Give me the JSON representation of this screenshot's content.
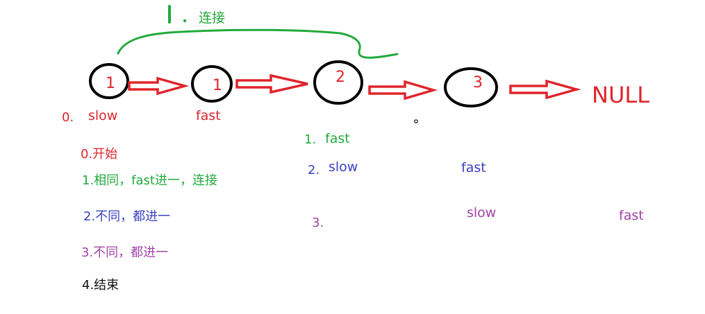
{
  "nodes": [
    {
      "value": "1"
    },
    {
      "value": "1"
    },
    {
      "value": "2"
    },
    {
      "value": "3"
    }
  ],
  "null_label": "NULL",
  "connect_label": "连接",
  "connect_mark": "1.",
  "row0": {
    "marker": "0.",
    "slow": "slow",
    "fast": "fast"
  },
  "row1": {
    "marker": "1.",
    "fast": "fast"
  },
  "row2": {
    "marker": "2.",
    "slow": "slow",
    "fast": "fast"
  },
  "row3": {
    "marker": "3.",
    "slow": "slow",
    "fast": "fast"
  },
  "steps": [
    {
      "text": "0.开始",
      "color": "#e0242c"
    },
    {
      "text": "1.相同，fast进一，连接",
      "color": "#22aa3c"
    },
    {
      "text": "2.不同，都进一",
      "color": "#3a3fc4"
    },
    {
      "text": "3.不同，都进一",
      "color": "#a043a8"
    },
    {
      "text": "4.结束",
      "color": "#111111"
    }
  ]
}
